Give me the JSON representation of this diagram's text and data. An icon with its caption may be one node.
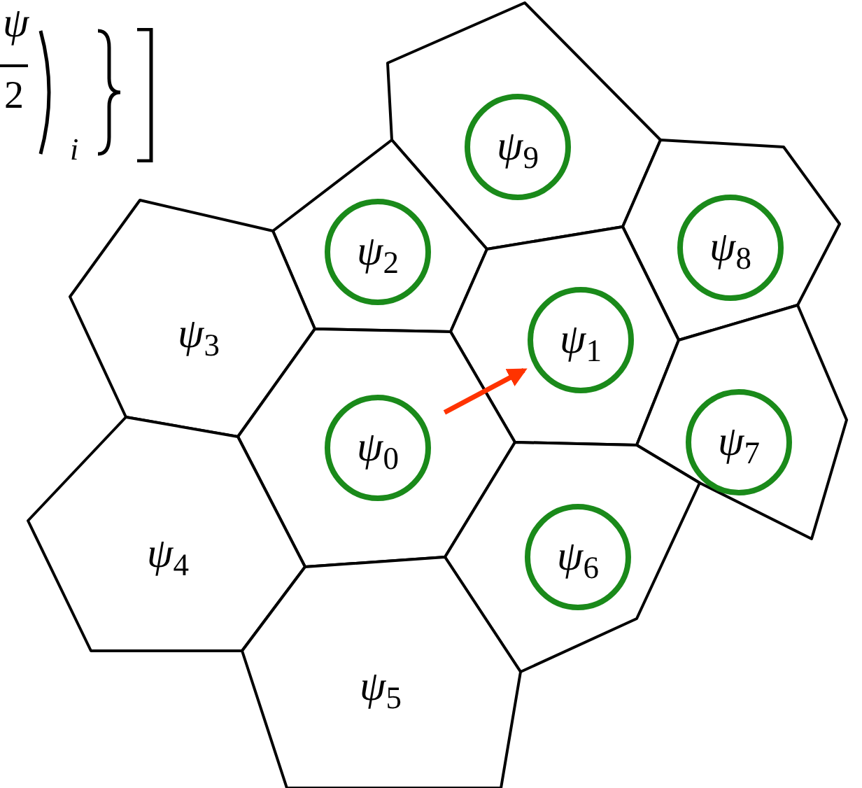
{
  "diagram": {
    "nodes": [
      {
        "text": [],
        "shape": "polygon"
      },
      {
        "text": [
          "*ψ*$_{9}$"
        ],
        "in": 0
      },
      {
        "text": [],
        "shape": "polygon"
      },
      {
        "text": [
          "*ψ*$_{8}$"
        ],
        "in": 2
      },
      {
        "text": [],
        "shape": "polygon"
      },
      {
        "text": [
          "*ψ*$_{2}$"
        ],
        "in": 4
      },
      {
        "text": [
          "*ψ*$_{3}$"
        ]
      },
      {
        "text": [],
        "shape": "polygon"
      },
      {
        "text": [
          "*ψ*$_{1}$"
        ],
        "in": 7
      },
      {
        "text": [],
        "shape": "polygon"
      },
      {
        "text": [
          "*ψ*$_{0}$"
        ],
        "in": 9
      },
      {
        "text": [],
        "shape": "polygon"
      },
      {
        "text": [
          "*ψ*$_{7}$"
        ],
        "in": 11
      },
      {
        "text": [
          "*ψ*$_{4}$"
        ]
      },
      {
        "text": [],
        "shape": "polygon"
      },
      {
        "text": [
          "*ψ*$_{6}$"
        ],
        "in": 14
      },
      {
        "text": [
          "*ψ*$_{5}$"
        ]
      }
    ],
    "edges": [
      {
        "from": 10,
        "to": 8,
        "arrow": "to",
        "color": "#ff3300"
      }
    ],
    "labels": [
      "ψ",
      "2",
      "i"
    ]
  }
}
